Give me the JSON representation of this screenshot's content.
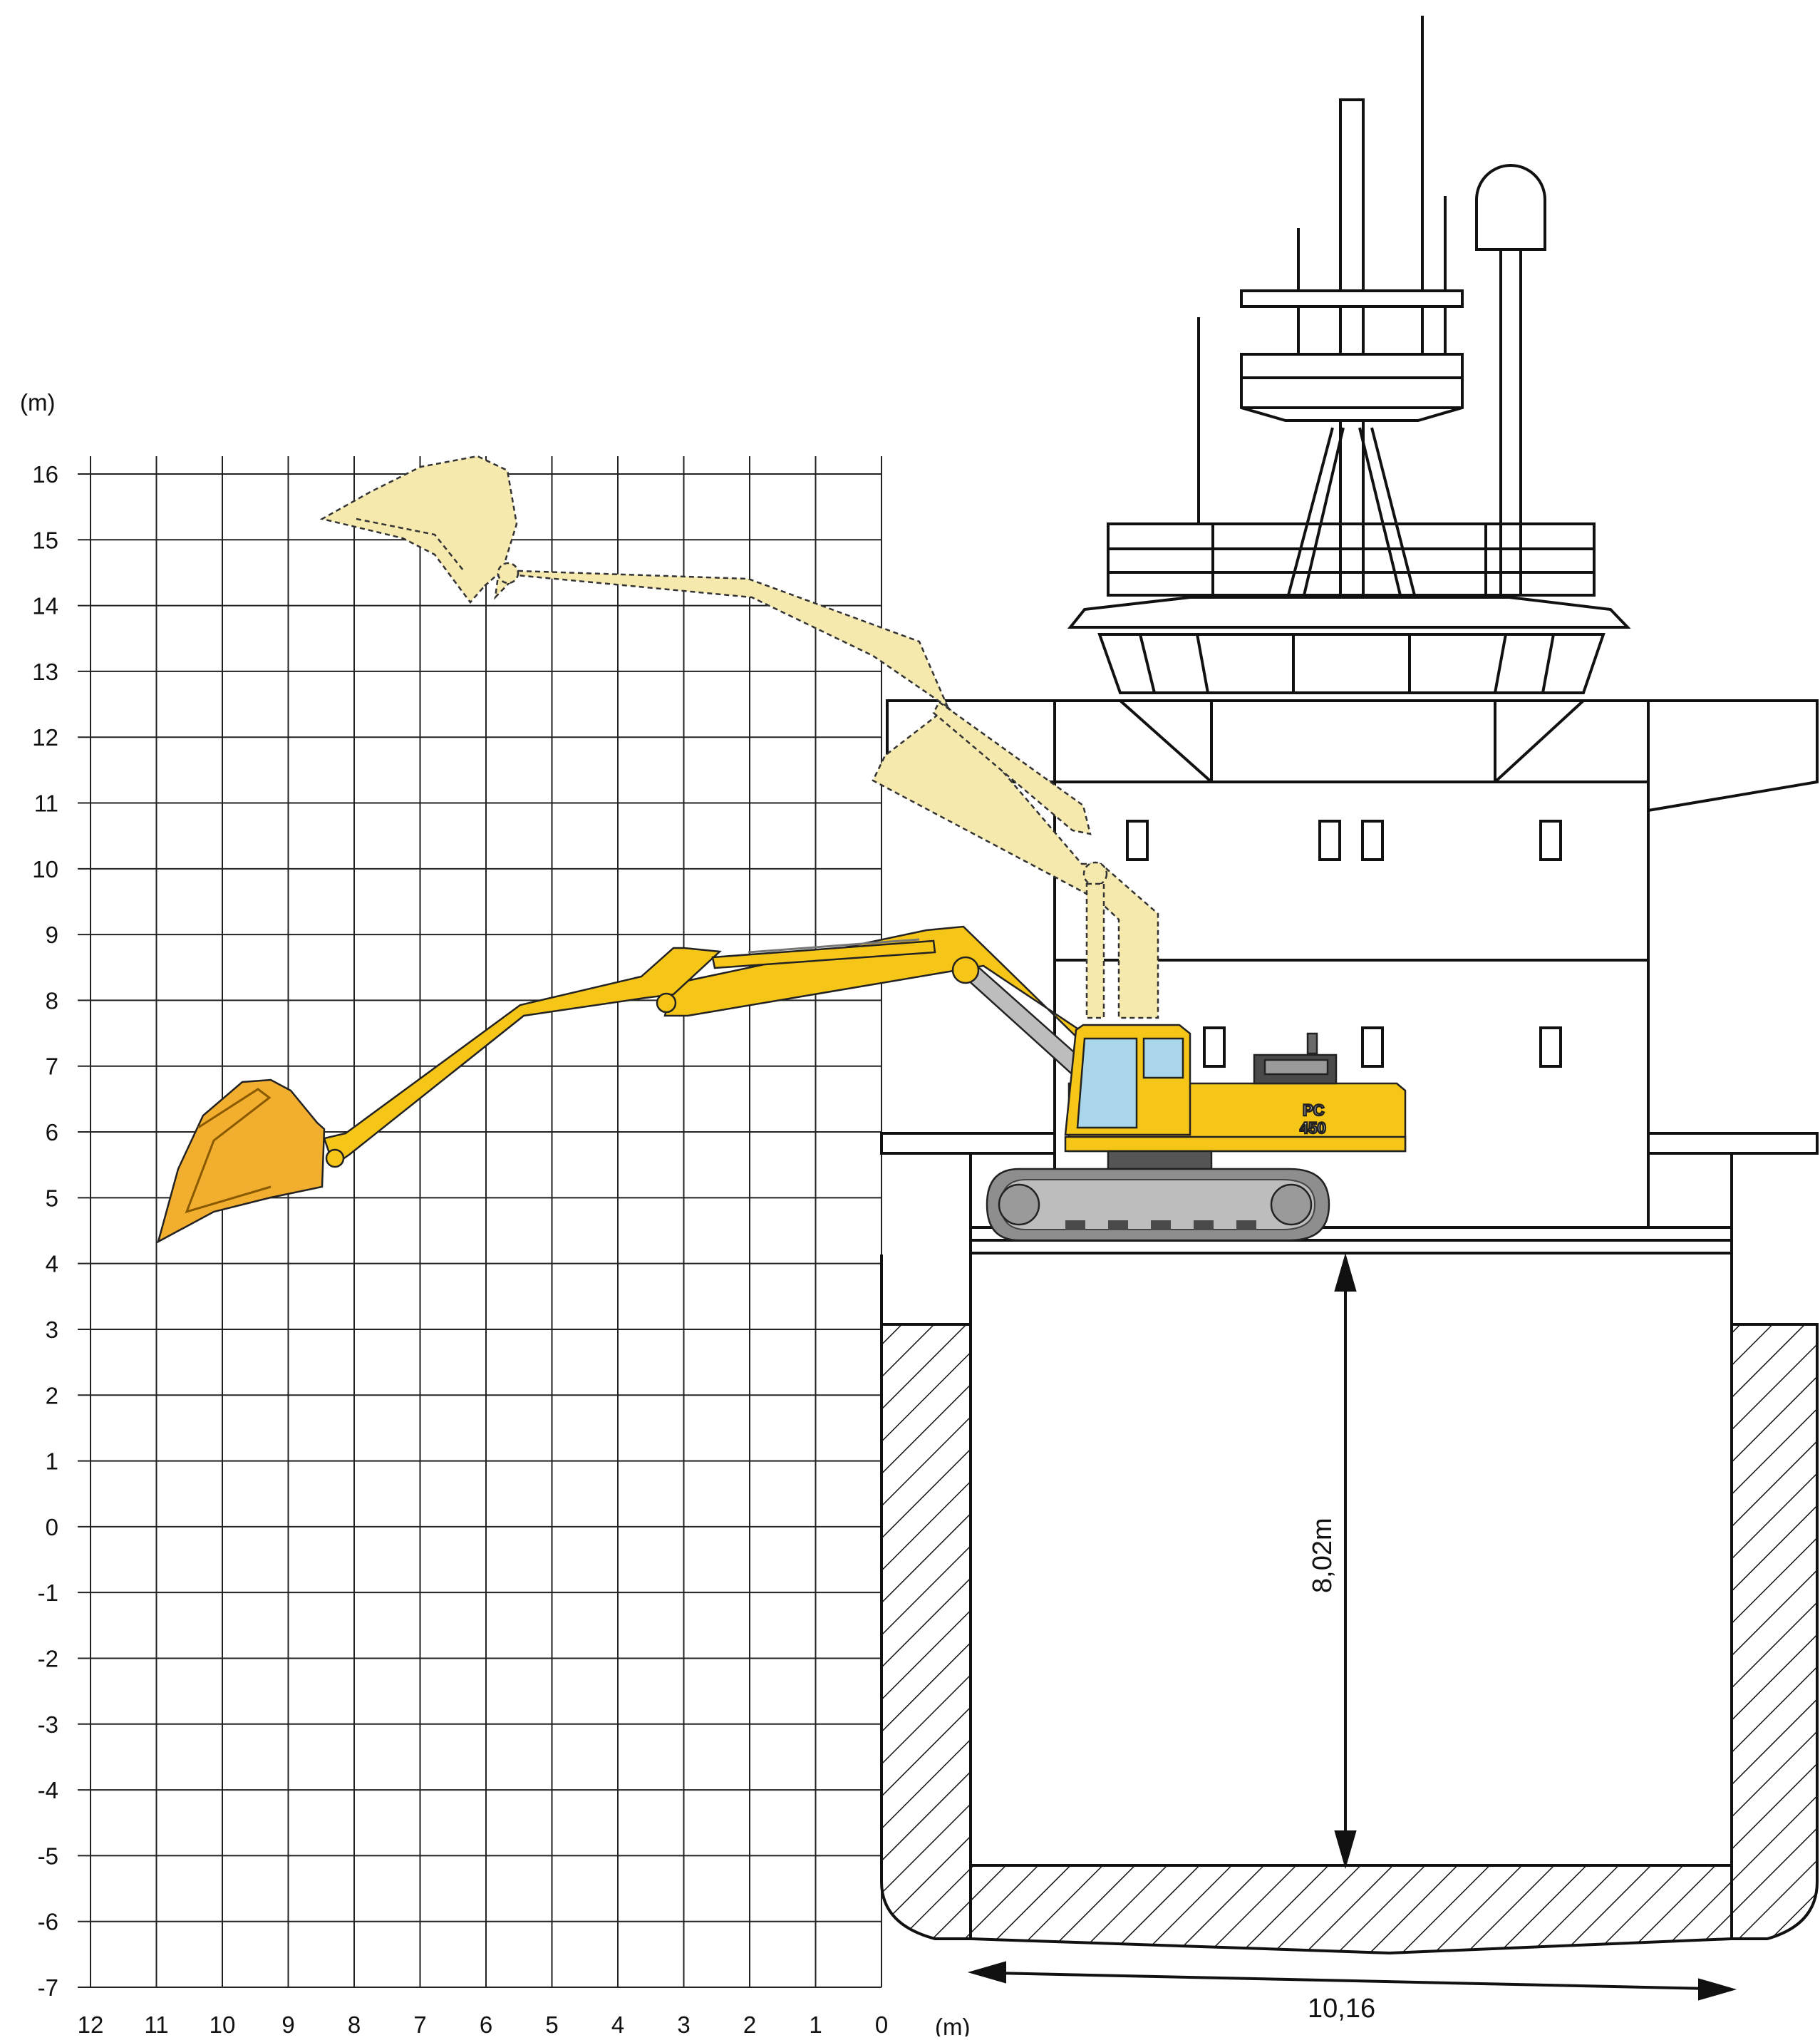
{
  "grid": {
    "unit_label": "(m)",
    "y_ticks": [
      "16",
      "15",
      "14",
      "13",
      "12",
      "11",
      "10",
      "9",
      "8",
      "7",
      "6",
      "5",
      "4",
      "3",
      "2",
      "1",
      "0",
      "-1",
      "-2",
      "-3",
      "-4",
      "-5",
      "-6",
      "-7"
    ],
    "x_ticks": [
      "12",
      "11",
      "10",
      "9",
      "8",
      "7",
      "6",
      "5",
      "4",
      "3",
      "2",
      "1",
      "0"
    ]
  },
  "dimensions": {
    "hold_depth": "8,02m",
    "hold_width": "10,16"
  },
  "machine": {
    "model_line1": "PC",
    "model_line2": "450"
  },
  "colors": {
    "excavator_yellow": "#F5C518",
    "ghost_yellow": "#F6E9AE",
    "bucket_orange": "#F2AE2E",
    "window_blue": "#A9D6EA",
    "track_gray": "#8E8E8E",
    "line_black": "#111111"
  }
}
